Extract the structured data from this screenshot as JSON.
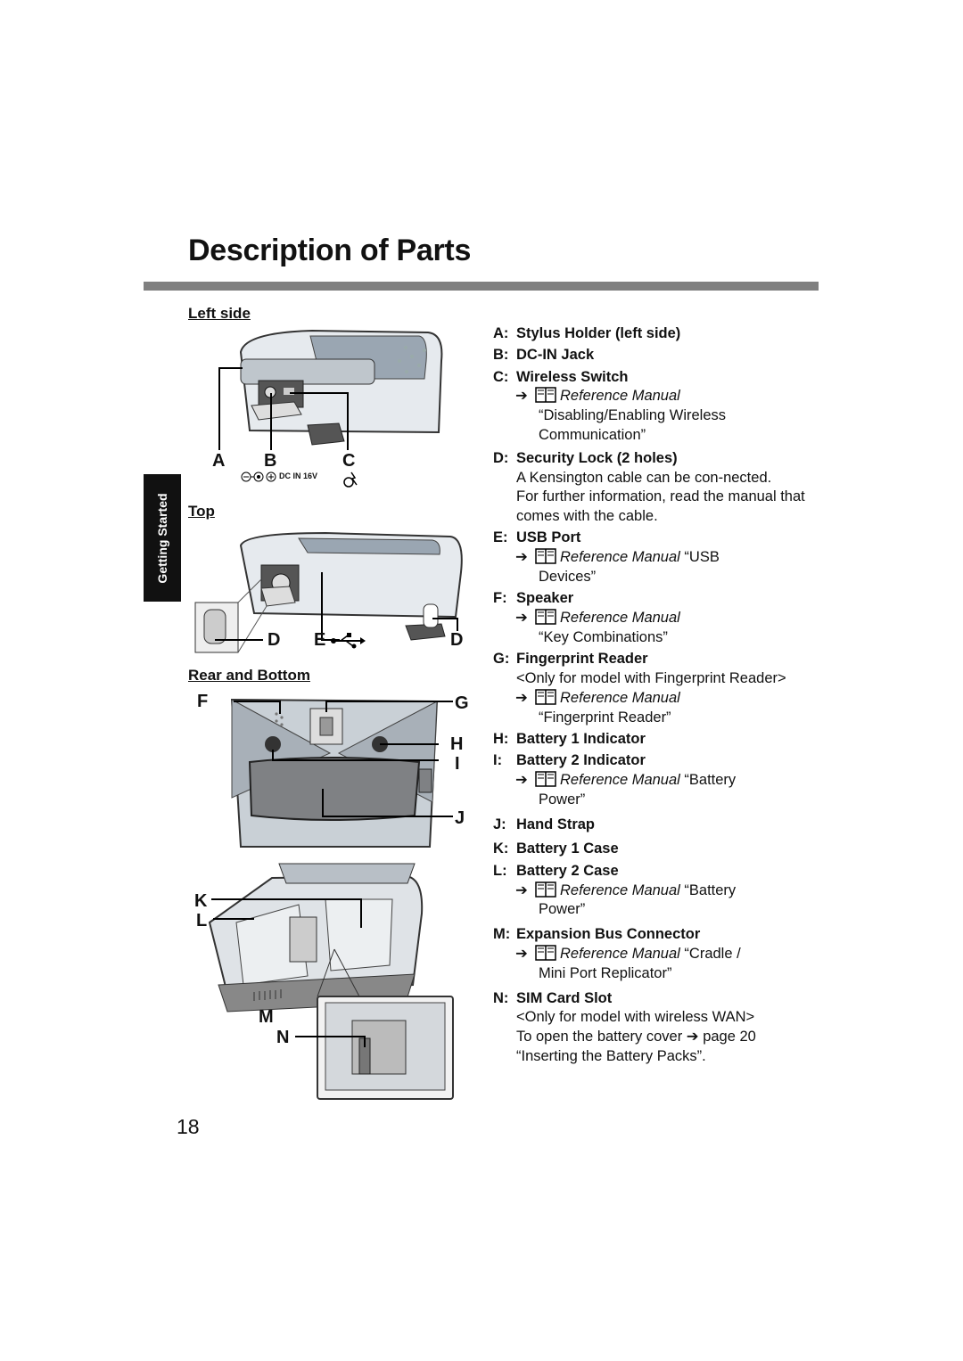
{
  "page_title": "Description of Parts",
  "side_tab": "Getting Started",
  "page_number": "18",
  "sections": {
    "left_side": "Left side",
    "top": "Top",
    "rear_bottom": "Rear and Bottom"
  },
  "callouts": {
    "A": "A",
    "B": "B",
    "C": "C",
    "D": "D",
    "E": "E",
    "D2": "D",
    "F": "F",
    "G": "G",
    "H": "H",
    "I": "I",
    "J": "J",
    "K": "K",
    "L": "L",
    "M": "M",
    "N": "N"
  },
  "dc_in_label": "DC IN 16V",
  "parts": [
    {
      "key": "A:",
      "name": "Stylus Holder (left side)"
    },
    {
      "key": "B:",
      "name": "DC-IN Jack"
    },
    {
      "key": "C:",
      "name": "Wireless Switch",
      "ref_title": "Reference Manual",
      "ref_rest": "",
      "ref_cont": "“Disabling/Enabling Wireless Communication”"
    },
    {
      "key": "D:",
      "name": "Security Lock (2 holes)",
      "note": "A Kensington cable can be con-nected.",
      "note2": "For further information, read the manual that comes with the cable."
    },
    {
      "key": "E:",
      "name": "USB Port",
      "ref_title": "Reference Manual",
      "ref_rest": " “USB",
      "ref_cont": "Devices”"
    },
    {
      "key": "F:",
      "name": "Speaker",
      "ref_title": "Reference Manual",
      "ref_rest": "",
      "ref_cont": "“Key Combinations”"
    },
    {
      "key": "G:",
      "name": "Fingerprint Reader",
      "note": "<Only for model with Fingerprint Reader>",
      "ref_title": "Reference Manual",
      "ref_rest": "",
      "ref_cont": "“Fingerprint Reader”"
    },
    {
      "key": "H:",
      "name": "Battery 1 Indicator"
    },
    {
      "key": "I:",
      "name": "Battery 2 Indicator",
      "ref_title": "Reference Manual",
      "ref_rest": " “Battery",
      "ref_cont": "Power”"
    },
    {
      "key": "J:",
      "name": "Hand Strap"
    },
    {
      "key": "K:",
      "name": "Battery 1 Case"
    },
    {
      "key": "L:",
      "name": "Battery 2 Case",
      "ref_title": "Reference Manual",
      "ref_rest": " “Battery",
      "ref_cont": "Power”"
    },
    {
      "key": "M:",
      "name": "Expansion Bus Connector",
      "ref_title": "Reference Manual",
      "ref_rest": " “Cradle /",
      "ref_cont": "Mini Port Replicator”"
    },
    {
      "key": "N:",
      "name": "SIM Card Slot",
      "note": "<Only for model with wireless WAN>",
      "note3a": "To open the battery cover",
      "note3b": " page 20 “Inserting the Battery Packs”."
    }
  ]
}
